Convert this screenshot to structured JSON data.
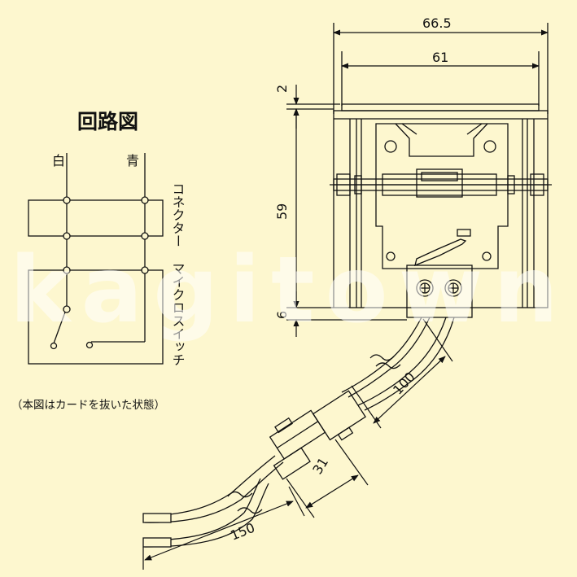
{
  "circuit": {
    "title": "回路図",
    "wire_left": "白",
    "wire_right": "青",
    "connector_label": "コネクター",
    "switch_label": "マイクロスイッチ",
    "note": "（本図はカードを抜いた状態）"
  },
  "dimensions": {
    "top_width": "66.5",
    "inner_width": "61",
    "top_gap": "2",
    "height": "59",
    "bottom_gap": "6",
    "lead_upper": "100",
    "connector_len": "31",
    "lead_lower": "150"
  },
  "watermark": "kagitown",
  "colors": {
    "background": "#fdf7cf",
    "line": "#111111"
  }
}
